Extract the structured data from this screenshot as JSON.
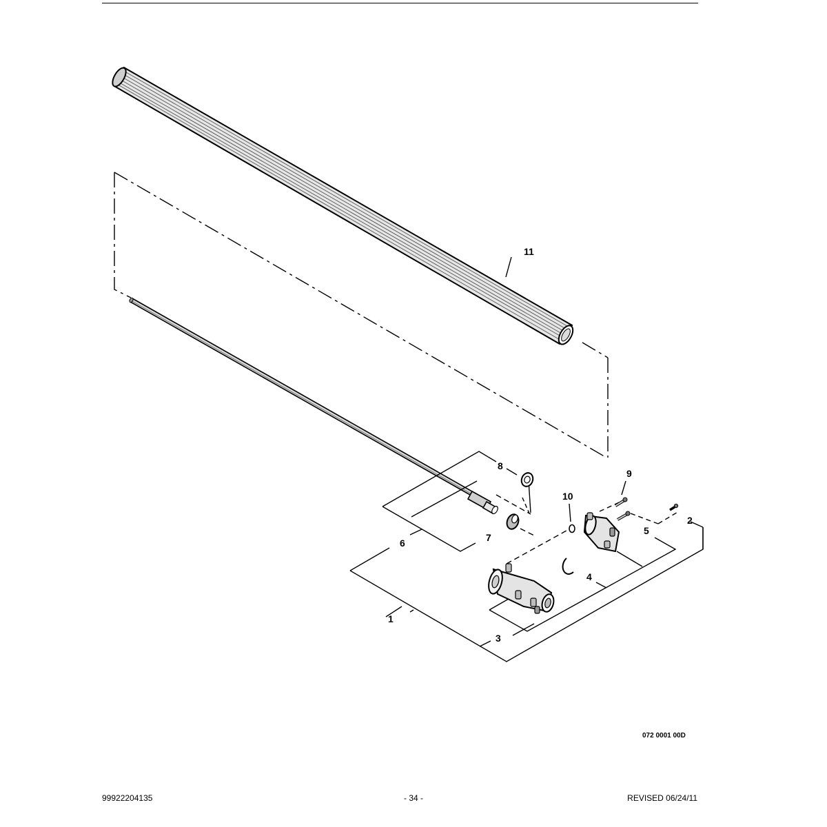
{
  "callouts": {
    "c1": "1",
    "c2": "2",
    "c3": "3",
    "c4": "4",
    "c5": "5",
    "c6": "6",
    "c7": "7",
    "c8": "8",
    "c9": "9",
    "c10": "10",
    "c11": "11"
  },
  "drawing_number": "072 0001 00D",
  "footer": {
    "part_number": "99922204135",
    "page": "- 34 -",
    "revision": "REVISED 06/24/11"
  },
  "colors": {
    "ink": "#000000",
    "paper": "#ffffff",
    "shade": "#bdbdbd"
  }
}
